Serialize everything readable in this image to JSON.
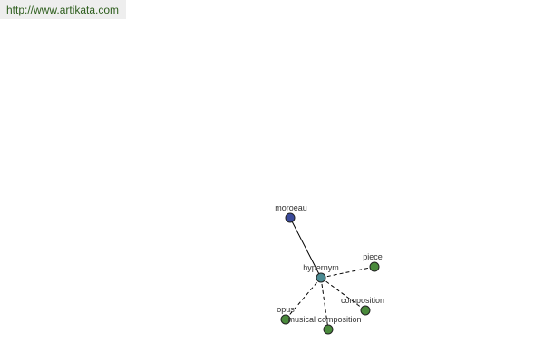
{
  "header": {
    "url": "http://www.artikata.com"
  },
  "graph": {
    "center": {
      "label": "hypernym",
      "color": "#4a8a92"
    },
    "nodes": [
      {
        "id": "moroeau",
        "label": "moroeau",
        "color": "#3a4a9a",
        "relation": "solid"
      },
      {
        "id": "piece",
        "label": "piece",
        "color": "#4a8a3c",
        "relation": "dashed"
      },
      {
        "id": "composition",
        "label": "composition",
        "color": "#4a8a3c",
        "relation": "dashed"
      },
      {
        "id": "musical-composition",
        "label": "musical composition",
        "color": "#4a8a3c",
        "relation": "dashed"
      },
      {
        "id": "opus",
        "label": "opus",
        "color": "#4a8a3c",
        "relation": "dashed"
      }
    ]
  }
}
